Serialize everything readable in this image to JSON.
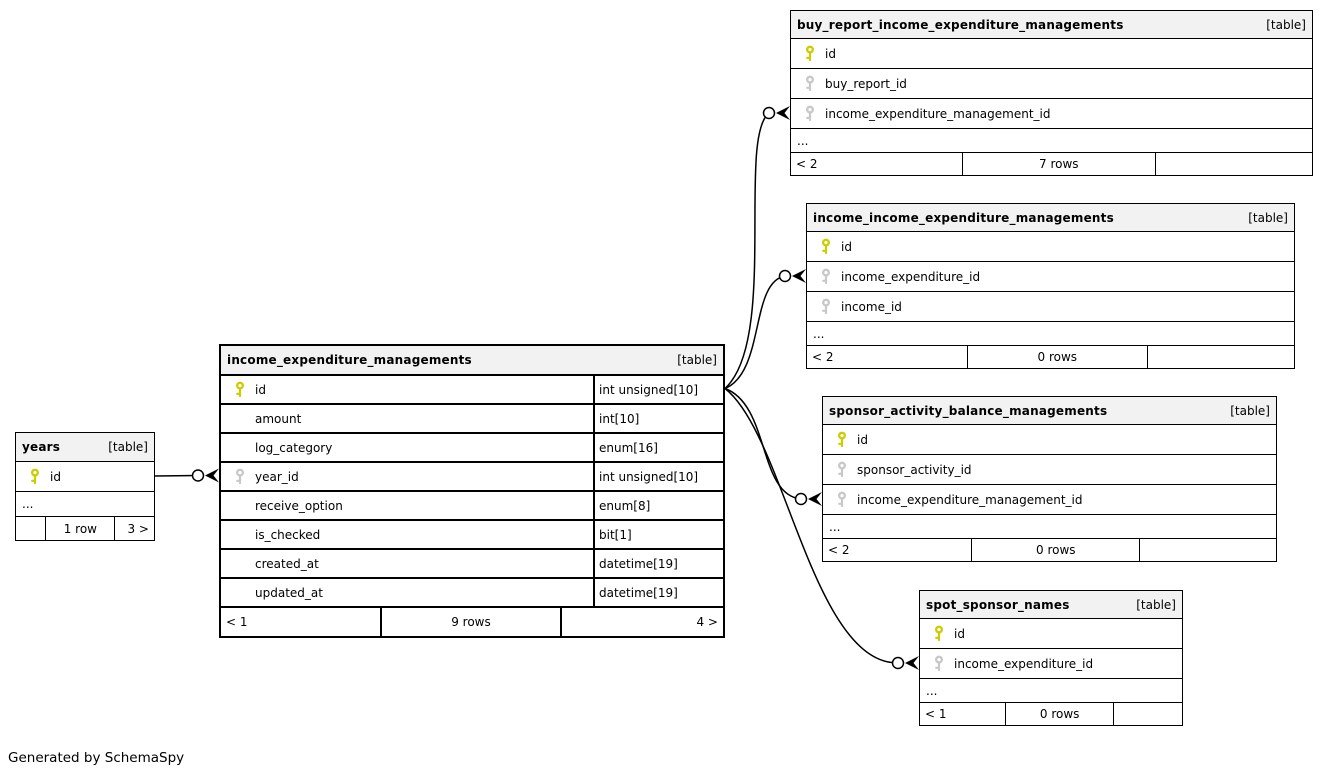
{
  "page": {
    "footer_note": "Generated by SchemaSpy"
  },
  "colors": {
    "primary_key": "#cccc00",
    "foreign_key": "#c8c8c8",
    "header_bg": "#f2f2f2",
    "border": "#000000",
    "line": "#000000"
  },
  "tables": [
    {
      "id": "buy_report_income_expenditure_managements",
      "name": "buy_report_income_expenditure_managements",
      "badge": "[table]",
      "columns": [
        {
          "name": "id",
          "key": "pk"
        },
        {
          "name": "buy_report_id",
          "key": "fk"
        },
        {
          "name": "income_expenditure_management_id",
          "key": "fk"
        }
      ],
      "ellipsis": "...",
      "footer": {
        "left": "< 2",
        "center": "7 rows",
        "right": ""
      }
    },
    {
      "id": "income_income_expenditure_managements",
      "name": "income_income_expenditure_managements",
      "badge": "[table]",
      "columns": [
        {
          "name": "id",
          "key": "pk"
        },
        {
          "name": "income_expenditure_id",
          "key": "fk"
        },
        {
          "name": "income_id",
          "key": "fk"
        }
      ],
      "ellipsis": "...",
      "footer": {
        "left": "< 2",
        "center": "0 rows",
        "right": ""
      }
    },
    {
      "id": "sponsor_activity_balance_managements",
      "name": "sponsor_activity_balance_managements",
      "badge": "[table]",
      "columns": [
        {
          "name": "id",
          "key": "pk"
        },
        {
          "name": "sponsor_activity_id",
          "key": "fk"
        },
        {
          "name": "income_expenditure_management_id",
          "key": "fk"
        }
      ],
      "ellipsis": "...",
      "footer": {
        "left": "< 2",
        "center": "0 rows",
        "right": ""
      }
    },
    {
      "id": "spot_sponsor_names",
      "name": "spot_sponsor_names",
      "badge": "[table]",
      "columns": [
        {
          "name": "id",
          "key": "pk"
        },
        {
          "name": "income_expenditure_id",
          "key": "fk"
        }
      ],
      "ellipsis": "...",
      "footer": {
        "left": "< 1",
        "center": "0 rows",
        "right": ""
      }
    },
    {
      "id": "income_expenditure_managements",
      "name": "income_expenditure_managements",
      "badge": "[table]",
      "columns": [
        {
          "name": "id",
          "key": "pk",
          "type": "int unsigned[10]"
        },
        {
          "name": "amount",
          "key": "",
          "type": "int[10]"
        },
        {
          "name": "log_category",
          "key": "",
          "type": "enum[16]"
        },
        {
          "name": "year_id",
          "key": "fk",
          "type": "int unsigned[10]"
        },
        {
          "name": "receive_option",
          "key": "",
          "type": "enum[8]"
        },
        {
          "name": "is_checked",
          "key": "",
          "type": "bit[1]"
        },
        {
          "name": "created_at",
          "key": "",
          "type": "datetime[19]"
        },
        {
          "name": "updated_at",
          "key": "",
          "type": "datetime[19]"
        }
      ],
      "footer": {
        "left": "< 1",
        "center": "9 rows",
        "right": "4 >"
      }
    },
    {
      "id": "years",
      "name": "years",
      "badge": "[table]",
      "columns": [
        {
          "name": "id",
          "key": "pk"
        }
      ],
      "ellipsis": "...",
      "footer": {
        "left": "",
        "center": "1 row",
        "right": "3 >"
      }
    }
  ],
  "relationships": [
    {
      "from_table": "income_expenditure_managements",
      "from_column": "id",
      "to_table": "buy_report_income_expenditure_managements",
      "to_column": "income_expenditure_management_id"
    },
    {
      "from_table": "income_expenditure_managements",
      "from_column": "id",
      "to_table": "income_income_expenditure_managements",
      "to_column": "income_expenditure_id"
    },
    {
      "from_table": "income_expenditure_managements",
      "from_column": "id",
      "to_table": "sponsor_activity_balance_managements",
      "to_column": "income_expenditure_management_id"
    },
    {
      "from_table": "income_expenditure_managements",
      "from_column": "id",
      "to_table": "spot_sponsor_names",
      "to_column": "income_expenditure_id"
    },
    {
      "from_table": "years",
      "from_column": "id",
      "to_table": "income_expenditure_managements",
      "to_column": "year_id"
    }
  ]
}
